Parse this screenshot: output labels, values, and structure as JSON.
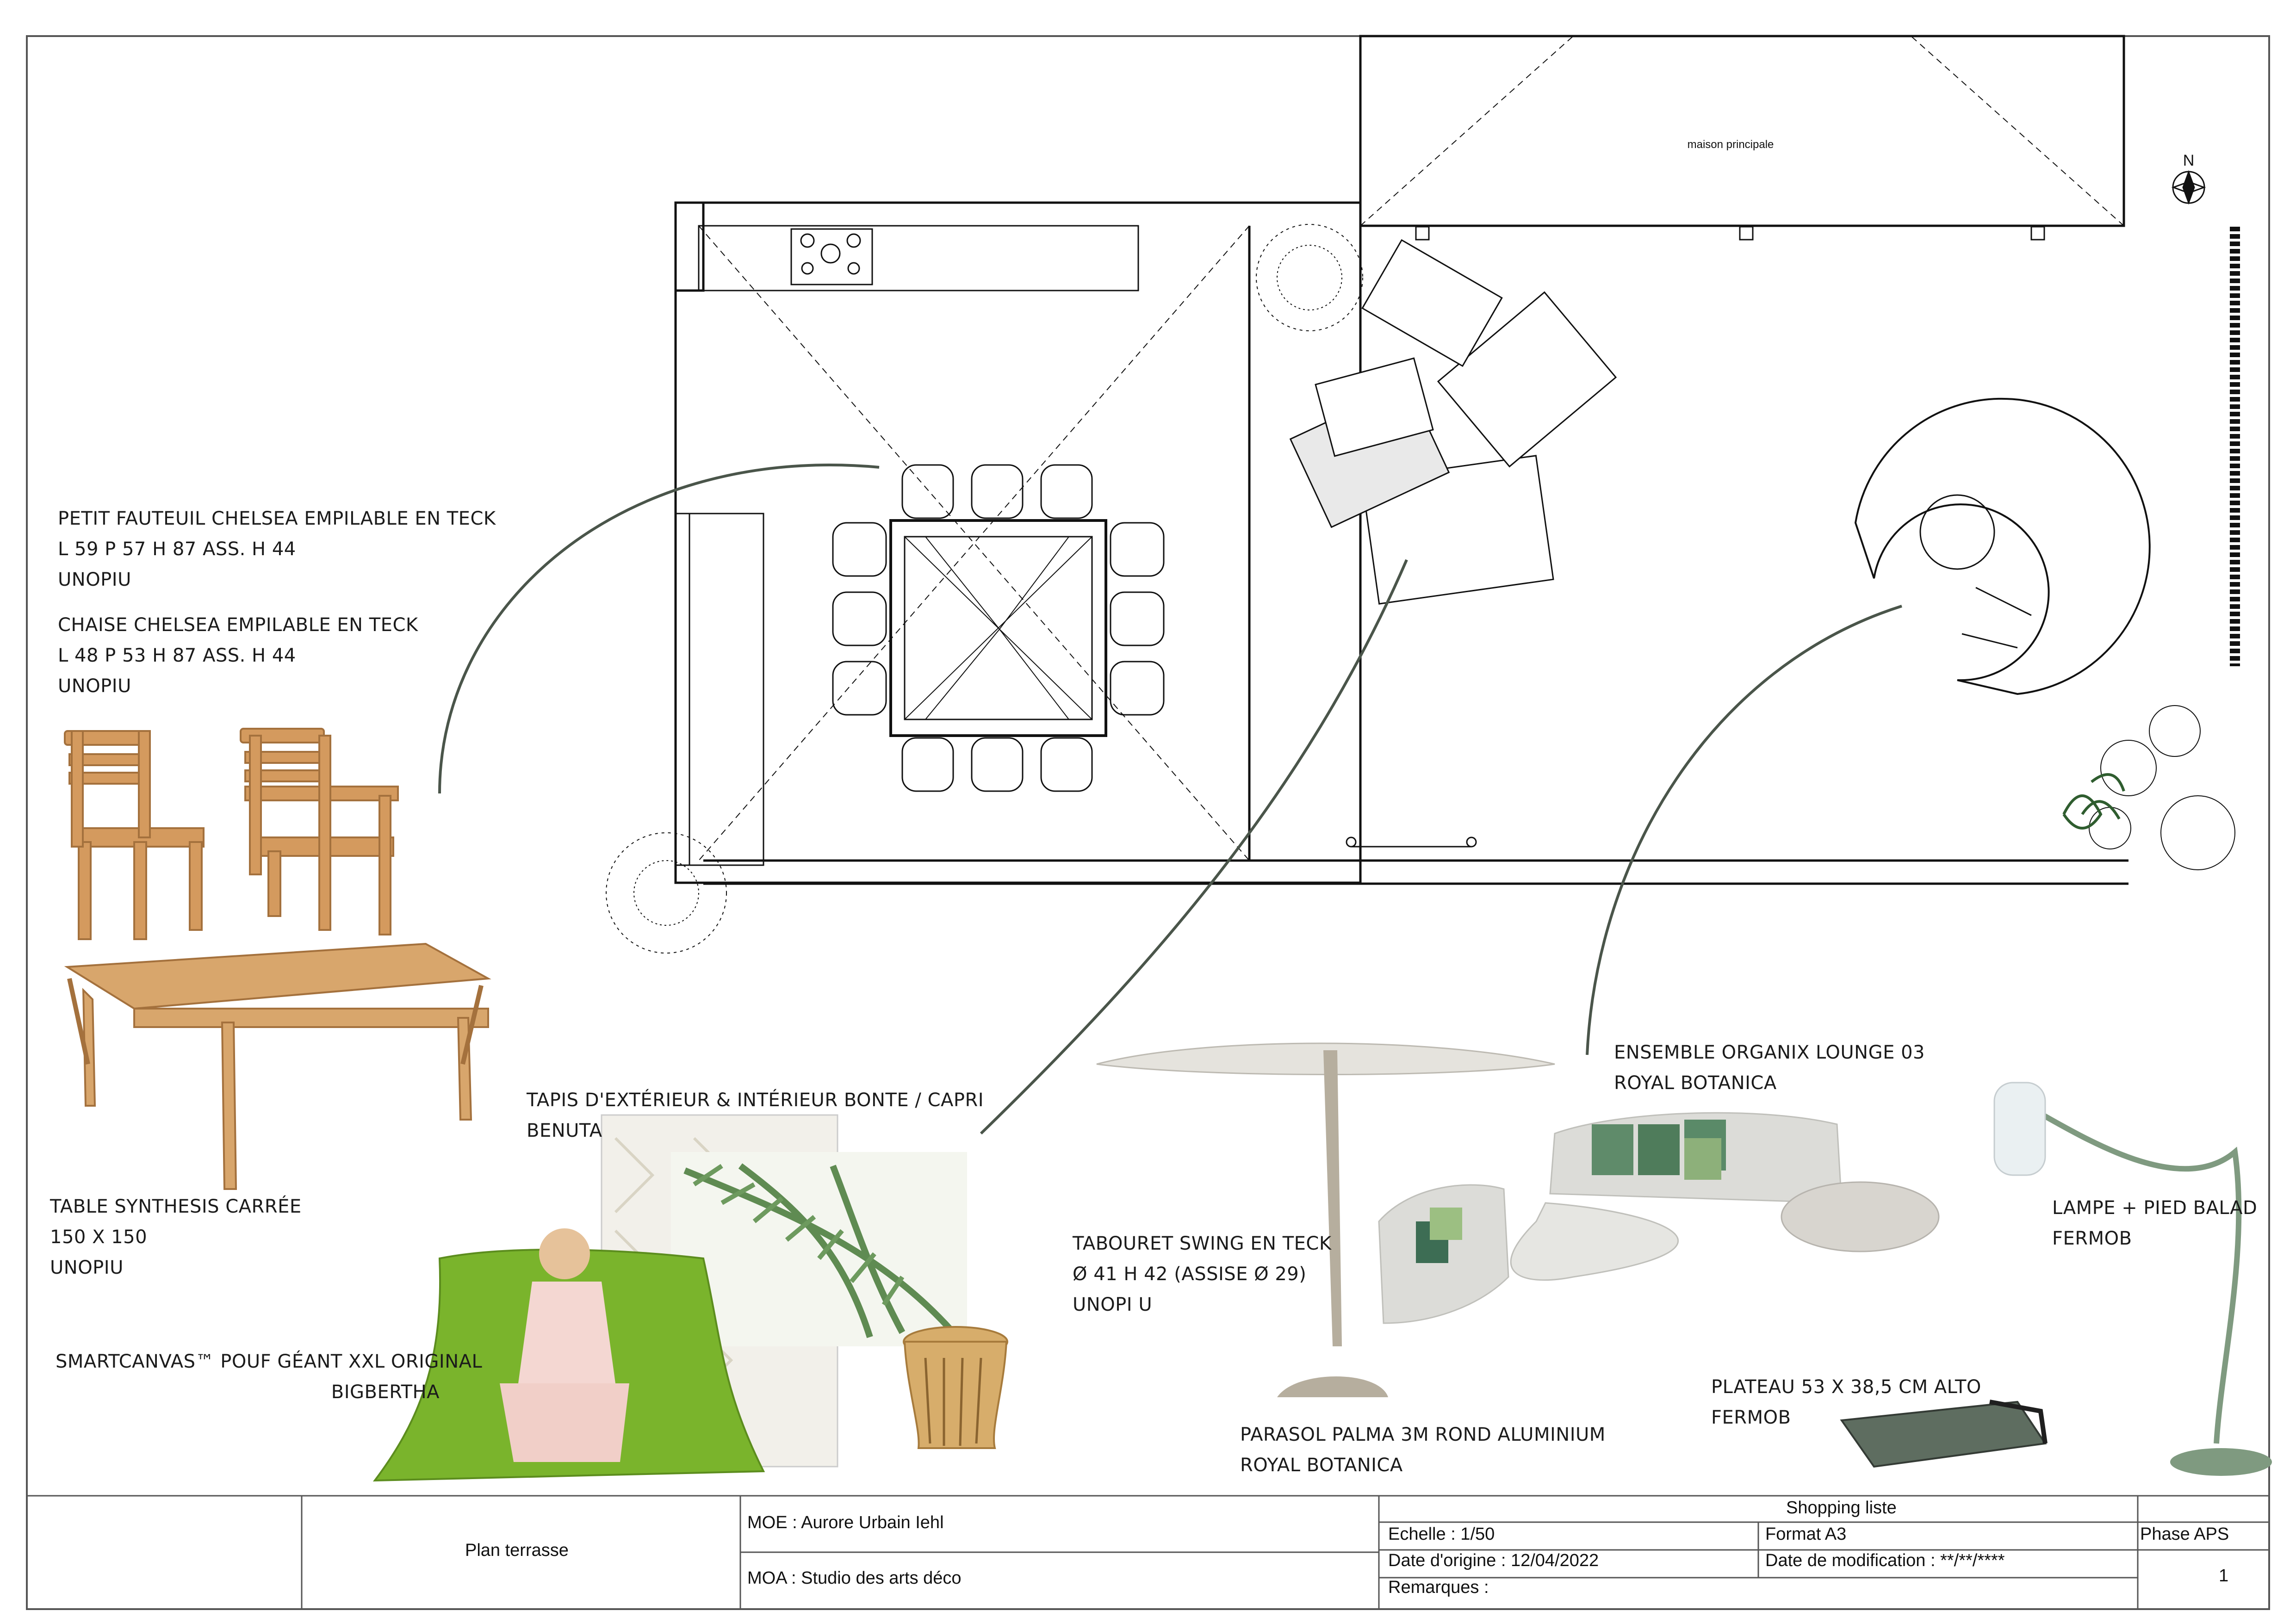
{
  "plan": {
    "house_label": "maison principale",
    "north_label": "N"
  },
  "labels": {
    "fauteuil": {
      "lines": [
        "PETIT FAUTEUIL CHELSEA EMPILABLE EN TECK",
        "L 59 P 57 H 87 ASS. H 44",
        "UNOPIU"
      ]
    },
    "chaise": {
      "lines": [
        "CHAISE CHELSEA EMPILABLE EN TECK",
        "L 48 P 53 H 87 ASS. H 44",
        "UNOPIU"
      ]
    },
    "table": {
      "lines": [
        "TABLE SYNTHESIS CARRÉE",
        "150 X 150",
        "UNOPIU"
      ]
    },
    "pouf": {
      "lines": [
        "SMARTCANVAS™ POUF GÉANT XXL ORIGINAL",
        "BIGBERTHA"
      ]
    },
    "tapis": {
      "lines": [
        "TAPIS D'EXTÉRIEUR & INTÉRIEUR BONTE  / CAPRI",
        "BENUTA"
      ]
    },
    "tabouret": {
      "lines": [
        "TABOURET SWING EN TECK",
        "Ø 41 H 42 (ASSISE Ø 29)",
        "UNOPI   U"
      ]
    },
    "parasol": {
      "lines": [
        "PARASOL PALMA 3M ROND ALUMINIUM",
        "ROYAL BOTANICA"
      ]
    },
    "lounge": {
      "lines": [
        "ENSEMBLE ORGANIX LOUNGE 03",
        "ROYAL BOTANICA"
      ]
    },
    "lampe": {
      "lines": [
        "LAMPE + PIED BALAD",
        "FERMOB"
      ]
    },
    "plateau": {
      "lines": [
        "PLATEAU 53 X 38,5 CM ALTO",
        "FERMOB"
      ]
    }
  },
  "title_block": {
    "plan_title": "Plan terrasse",
    "moe": "MOE : Aurore Urbain Iehl",
    "moa": "MOA : Studio des arts déco",
    "shopping": "Shopping liste",
    "echelle": "Echelle : 1/50",
    "format": "Format A3",
    "phase": "Phase  APS",
    "date_origine": "Date d'origine : 12/04/2022",
    "date_modif": "Date de modification : **/**/****",
    "remarques": "Remarques :",
    "page_number": "1"
  },
  "colors": {
    "ink": "#111111",
    "leader_line": "#4a554a",
    "teak": "#d49a5e",
    "lime_green": "#7ab42c",
    "sage_green": "#5f8b6a",
    "lounge_grey": "#dcdcd8",
    "lamp_green": "#7f9a80"
  }
}
